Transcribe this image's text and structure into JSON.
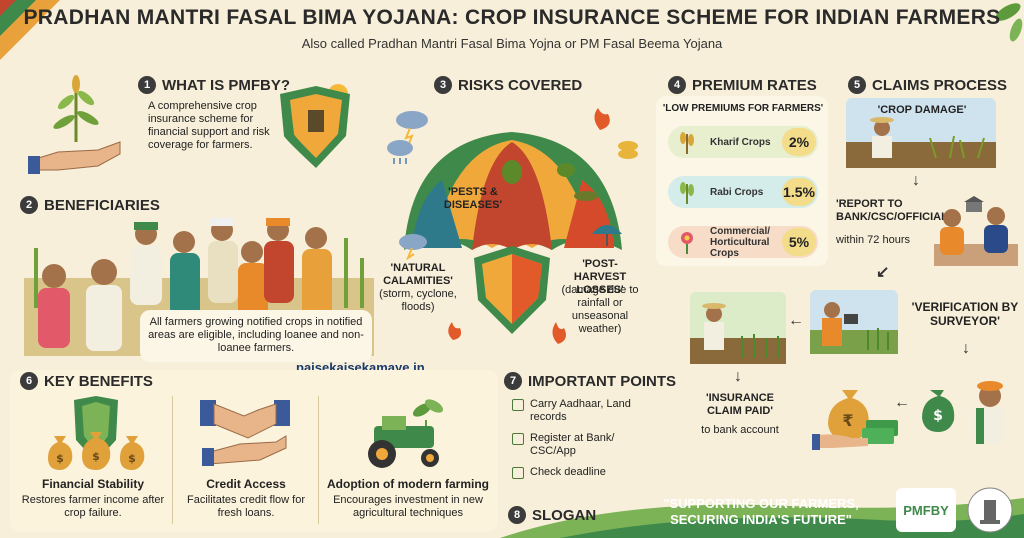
{
  "header": {
    "title": "PRADHAN MANTRI FASAL BIMA YOJANA: CROP INSURANCE SCHEME FOR INDIAN FARMERS",
    "subtitle": "Also called Pradhan Mantri Fasal Bima Yojna or PM Fasal Beema Yojana"
  },
  "sections": {
    "what": {
      "num": "1",
      "title": "WHAT IS PMFBY?",
      "text": "A comprehensive crop insurance scheme for financial support and risk coverage for farmers."
    },
    "beneficiaries": {
      "num": "2",
      "title": "BENEFICIARIES",
      "text": "All farmers growing notified crops in notified areas are eligible, including loanee and non-loanee farmers."
    },
    "risks": {
      "num": "3",
      "title": "RISKS COVERED",
      "pests": "'PESTS & DISEASES'",
      "natural_title": "'NATURAL CALAMITIES'",
      "natural_sub": "(storm, cyclone, floods)",
      "post_title": "'POST-HARVEST LOSSES'",
      "post_sub": "(damage due to rainfall or unseasonal weather)"
    },
    "premium": {
      "num": "4",
      "title": "PREMIUM RATES",
      "subtitle": "'LOW PREMIUMS FOR FARMERS'",
      "rates": [
        {
          "label": "Kharif Crops",
          "value": "2%"
        },
        {
          "label": "Rabi Crops",
          "value": "1.5%"
        },
        {
          "label": "Commercial/ Horticultural Crops",
          "value": "5%"
        }
      ]
    },
    "claims": {
      "num": "5",
      "title": "CLAIMS PROCESS",
      "damage": "'CROP DAMAGE'",
      "report_title": "'REPORT TO BANK/CSC/OFFICIAL'",
      "report_sub": "within 72 hours",
      "verify": "'VERIFICATION BY SURVEYOR'",
      "paid_title": "'INSURANCE CLAIM PAID'",
      "paid_sub": "to bank account"
    },
    "benefits": {
      "num": "6",
      "title": "KEY BENEFITS",
      "items": [
        {
          "title": "Financial Stability",
          "text": "Restores farmer income after crop failure."
        },
        {
          "title": "Credit Access",
          "text": "Facilitates credit flow for fresh loans."
        },
        {
          "title": "Adoption of modern farming",
          "text": "Encourages investment in new agricultural techniques"
        }
      ]
    },
    "points": {
      "num": "7",
      "title": "IMPORTANT POINTS",
      "items": [
        "Carry Aadhaar, Land records",
        "Register at Bank/ CSC/App",
        "Check deadline"
      ]
    },
    "slogan": {
      "num": "8",
      "title": "SLOGAN",
      "text": "\"SUPPORTING OUR FARMERS, SECURING INDIA'S FUTURE\""
    }
  },
  "watermark": "paisekaisekamaye.in",
  "logo": {
    "text": "PMFBY"
  },
  "colors": {
    "bg": "#f7efd9",
    "green": "#5c9a3c",
    "orange": "#e8892b",
    "yellow": "#f3dc8a",
    "dark": "#3b3b3b"
  }
}
